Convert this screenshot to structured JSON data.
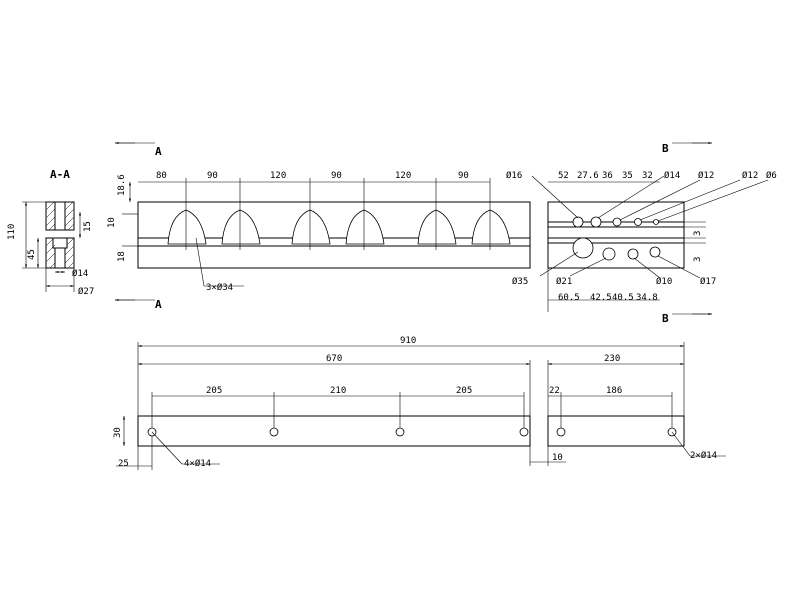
{
  "section_labels": {
    "aa_title": "A-A",
    "a_top": "A",
    "a_bottom": "A",
    "b_top": "B",
    "b_bottom": "B"
  },
  "section_view_dims": {
    "height": "110",
    "lower": "45",
    "inner": "15",
    "hole": "Ø14",
    "outer": "Ø27"
  },
  "front_view_dims": {
    "left_height": "18.6",
    "mid_height": "10",
    "low_height": "18",
    "spacing": [
      "80",
      "90",
      "120",
      "90",
      "120",
      "90"
    ],
    "holes_callout": "3×Ø34"
  },
  "side_view_dims": {
    "top_spacing": [
      "52",
      "27.6",
      "36",
      "35",
      "32"
    ],
    "top_callouts": [
      "Ø16",
      "Ø14",
      "Ø12",
      "Ø12",
      "Ø6"
    ],
    "bottom_spacing": [
      "60.5",
      "42.5",
      "40.5",
      "34.8"
    ],
    "bottom_callouts": [
      "Ø35",
      "Ø21",
      "Ø10",
      "Ø17"
    ],
    "gap_top": "3",
    "gap_bottom": "3"
  },
  "plan_view_dims": {
    "overall": "910",
    "left_length": "670",
    "right_length": "230",
    "left_spacing": [
      "205",
      "210",
      "205"
    ],
    "right_first": "22",
    "right_spacing": "186",
    "height": "30",
    "left_offset": "25",
    "gap": "10",
    "left_holes": "4×Ø14",
    "right_holes": "2×Ø14"
  }
}
